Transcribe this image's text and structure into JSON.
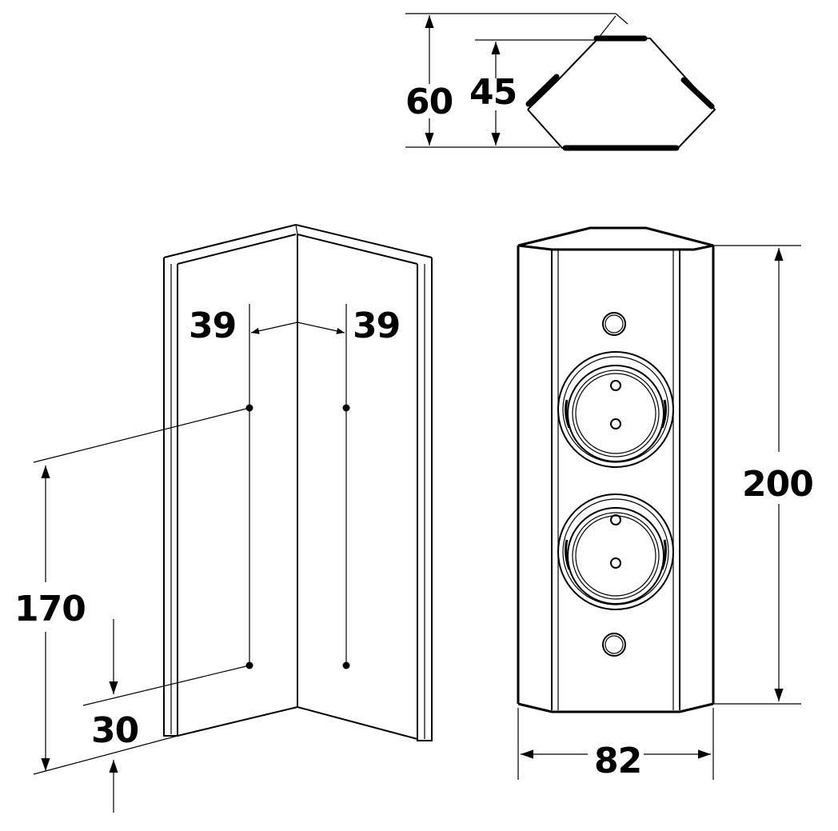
{
  "diagram": {
    "top_view": {
      "dim_depth": "60",
      "dim_depth_inner": "45"
    },
    "mounting_bracket": {
      "dim_hole_offset_left": "39",
      "dim_hole_offset_right": "39",
      "dim_hole_spacing": "170",
      "dim_bottom_offset": "30"
    },
    "front_view": {
      "dim_height": "200",
      "dim_width": "82",
      "socket_count": 2
    }
  }
}
